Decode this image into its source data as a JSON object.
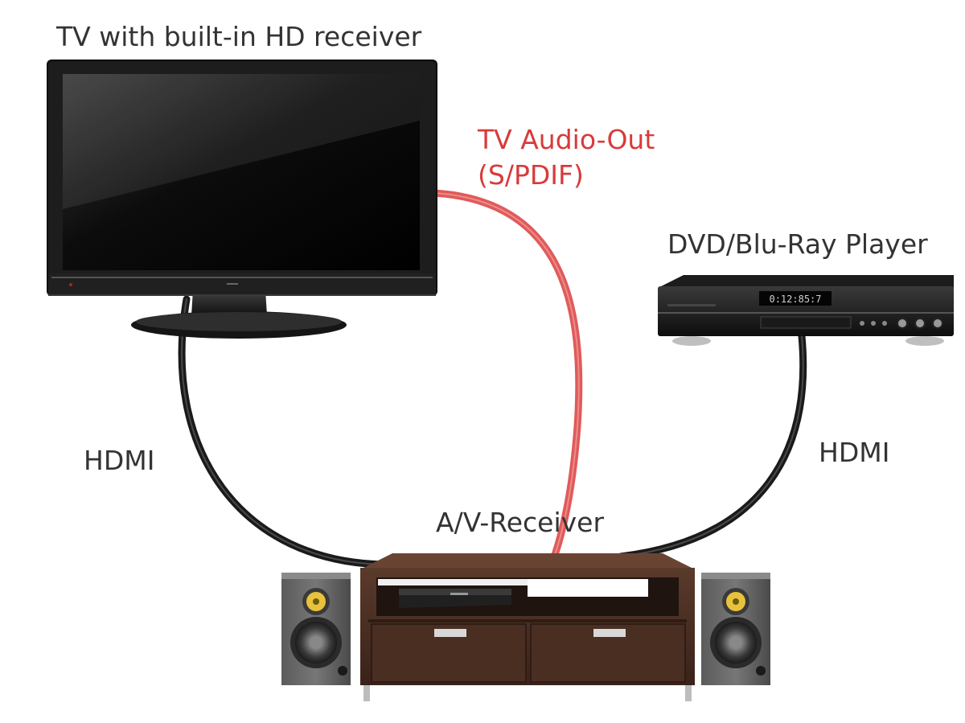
{
  "labels": {
    "tv": "TV with built-in HD receiver",
    "audio_out_line1": "TV Audio-Out",
    "audio_out_line2": "(S/PDIF)",
    "dvd": "DVD/Blu-Ray Player",
    "hdmi_left": "HDMI",
    "hdmi_right": "HDMI",
    "av_receiver": "A/V-Receiver",
    "player_display": "0:12:85:7"
  },
  "colors": {
    "audio_cable": "#e05a5a",
    "audio_label": "#d93a3a",
    "hdmi_cable": "#1a1a1a",
    "cabinet": "#4a2e22",
    "label_text": "#333333"
  },
  "icons": [
    "tv-icon",
    "dvd-player-icon",
    "av-receiver-cabinet-icon",
    "speaker-icon"
  ]
}
